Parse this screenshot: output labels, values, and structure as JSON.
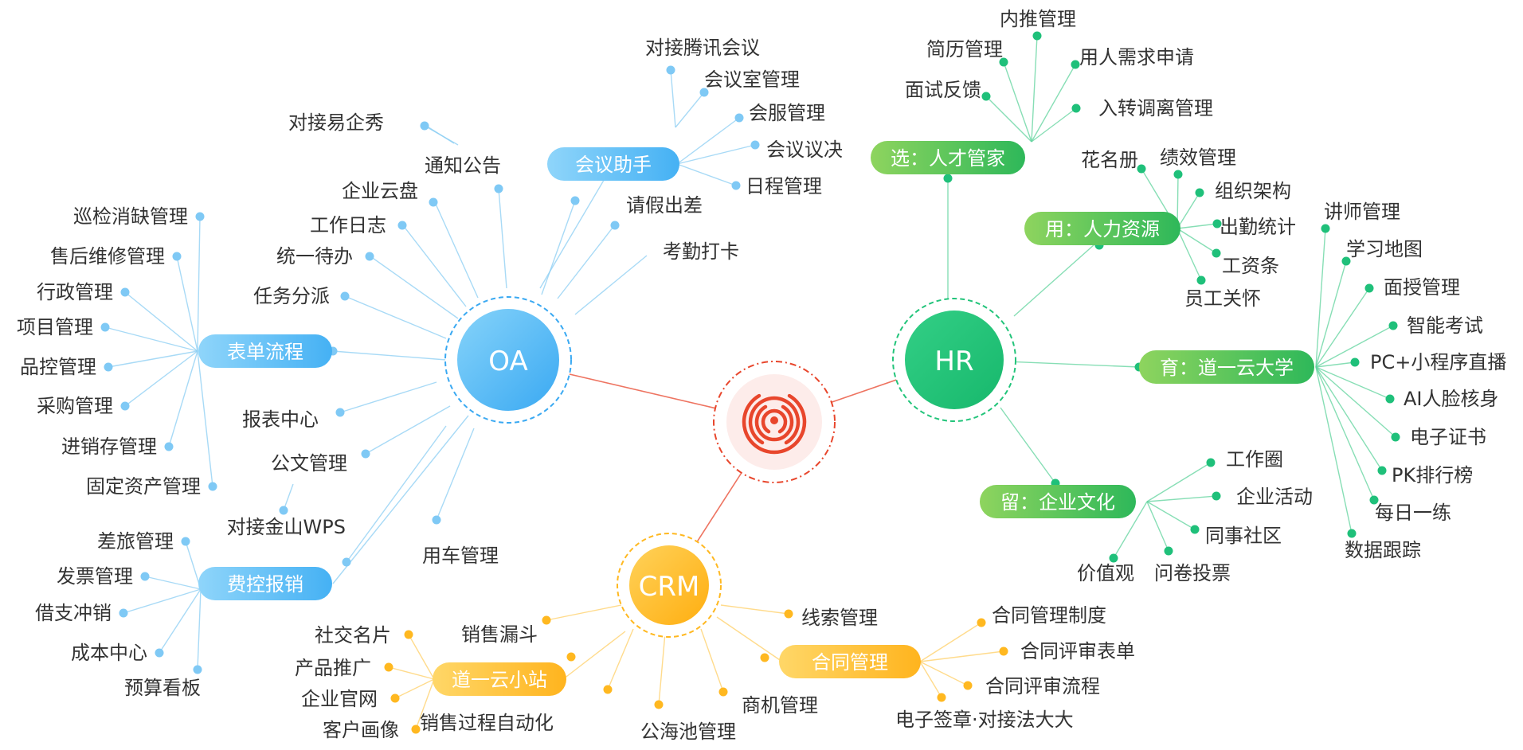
{
  "colors": {
    "oa": "#52B8F5",
    "oa_pill": "#6CC6F7",
    "hr": "#22C47A",
    "hr_pill": "#6CC44A",
    "crm": "#FFB820",
    "crm_pill": "#FFC53A",
    "center": "#E8462C",
    "text": "#333333"
  },
  "center": {
    "icon": "logo-maze-icon"
  },
  "hubs": {
    "oa": "OA",
    "hr": "HR",
    "crm": "CRM"
  },
  "oa": {
    "meeting": {
      "title": "会议助手",
      "items": [
        "对接腾讯会议",
        "会议室管理",
        "会服管理",
        "会议议决",
        "日程管理"
      ]
    },
    "form": {
      "title": "表单流程",
      "items": [
        "巡检消缺管理",
        "售后维修管理",
        "行政管理",
        "项目管理",
        "品控管理",
        "采购管理",
        "进销存管理",
        "固定资产管理"
      ]
    },
    "expense": {
      "title": "费控报销",
      "items": [
        "差旅管理",
        "发票管理",
        "借支冲销",
        "成本中心",
        "预算看板"
      ]
    },
    "direct": [
      "对接易企秀",
      "通知公告",
      "企业云盘",
      "工作日志",
      "统一待办",
      "任务分派",
      "请假出差",
      "考勤打卡",
      "报表中心",
      "公文管理",
      "对接金山WPS",
      "用车管理"
    ]
  },
  "hr": {
    "select": {
      "title": "选：人才管家",
      "items": [
        "内推管理",
        "简历管理",
        "用人需求申请",
        "面试反馈",
        "入转调离管理"
      ]
    },
    "use": {
      "title": "用：人力资源",
      "items": [
        "花名册",
        "绩效管理",
        "组织架构",
        "出勤统计",
        "工资条",
        "员工关怀"
      ]
    },
    "grow": {
      "title": "育：道一云大学",
      "items": [
        "讲师管理",
        "学习地图",
        "面授管理",
        "智能考试",
        "PC+小程序直播",
        "AI人脸核身",
        "电子证书",
        "PK排行榜",
        "每日一练",
        "数据跟踪"
      ]
    },
    "keep": {
      "title": "留：企业文化",
      "items": [
        "工作圈",
        "企业活动",
        "同事社区",
        "价值观",
        "问卷投票"
      ]
    }
  },
  "crm": {
    "station": {
      "title": "道一云小站",
      "items": [
        "社交名片",
        "产品推广",
        "企业官网",
        "客户画像"
      ]
    },
    "contract": {
      "title": "合同管理",
      "items": [
        "合同管理制度",
        "合同评审表单",
        "合同评审流程",
        "电子签章·对接法大大"
      ]
    },
    "direct": [
      "销售漏斗",
      "销售过程自动化",
      "公海池管理",
      "商机管理",
      "线索管理"
    ]
  }
}
